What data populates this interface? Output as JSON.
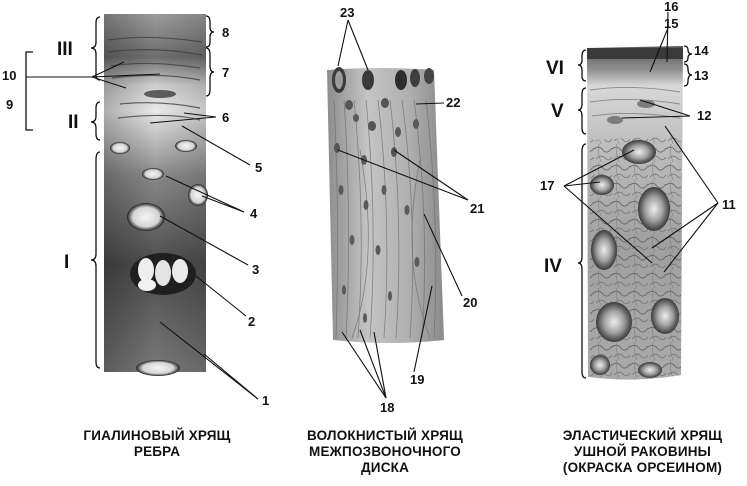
{
  "panels": [
    {
      "id": "hyaline",
      "caption": [
        "ГИАЛИНОВЫЙ ХРЯЩ",
        "РЕБРА"
      ],
      "zones": [
        "III",
        "II",
        "I"
      ],
      "labels": [
        "1",
        "2",
        "3",
        "4",
        "5",
        "6",
        "7",
        "8",
        "9",
        "10"
      ]
    },
    {
      "id": "fibrous",
      "caption": [
        "ВОЛОКНИСТЫЙ ХРЯЩ",
        "МЕЖПОЗВОНОЧНОГО",
        "ДИСКА"
      ],
      "labels": [
        "18",
        "19",
        "20",
        "21",
        "22",
        "23"
      ]
    },
    {
      "id": "elastic",
      "caption": [
        "ЭЛАСТИЧЕСКИЙ ХРЯЩ",
        "УШНОЙ РАКОВИНЫ",
        "(ОКРАСКА ОРСЕИНОМ)"
      ],
      "zones": [
        "VI",
        "V",
        "IV"
      ],
      "labels": [
        "11",
        "12",
        "13",
        "14",
        "15",
        "16",
        "17"
      ]
    }
  ],
  "colors": {
    "ink": "#111111",
    "tissue_dark": "#3a3a3a",
    "tissue_mid": "#8a8a8a",
    "tissue_light": "#c9c9c9"
  }
}
